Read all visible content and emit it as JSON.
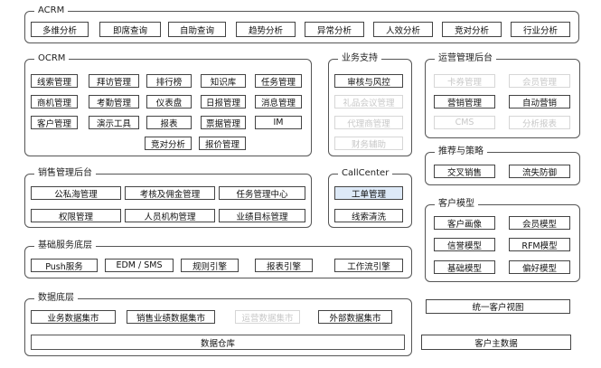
{
  "acrm": {
    "title": "ACRM",
    "items": [
      "多维分析",
      "即席查询",
      "自助查询",
      "趋势分析",
      "异常分析",
      "人效分析",
      "竞对分析",
      "行业分析"
    ]
  },
  "ocrm": {
    "title": "OCRM",
    "rows": [
      [
        "线索管理",
        "拜访管理",
        "排行榜",
        "知识库",
        "任务管理"
      ],
      [
        "商机管理",
        "考勤管理",
        "仪表盘",
        "日报管理",
        "消息管理"
      ],
      [
        "客户管理",
        "演示工具",
        "报表",
        "票据管理",
        "IM"
      ],
      [
        "竞对分析",
        "报价管理"
      ]
    ]
  },
  "business_support": {
    "title": "业务支持",
    "items": [
      "审核与风控",
      "礼品会议管理",
      "代理商管理",
      "财务辅助"
    ]
  },
  "ops_backend": {
    "title": "运营管理后台",
    "items": [
      "卡券管理",
      "会员管理",
      "营销管理",
      "自动营销",
      "CMS",
      "分析报表"
    ]
  },
  "recommend": {
    "title": "推荐与策略",
    "items": [
      "交叉销售",
      "流失防御"
    ]
  },
  "sales_backend": {
    "title": "销售管理后台",
    "items": [
      "公私海管理",
      "考核及佣金管理",
      "任务管理中心",
      "权限管理",
      "人员机构管理",
      "业绩目标管理"
    ]
  },
  "callcenter": {
    "title": "CallCenter",
    "items": [
      "工单管理",
      "线索清洗"
    ]
  },
  "customer_model": {
    "title": "客户模型",
    "items": [
      "客户画像",
      "会员模型",
      "信誉模型",
      "RFM模型",
      "基础模型",
      "偏好模型"
    ]
  },
  "base_services": {
    "title": "基础服务底层",
    "items": [
      "Push服务",
      "EDM / SMS",
      "规则引擎",
      "报表引擎",
      "工作流引擎"
    ]
  },
  "data_layer": {
    "title": "数据底层",
    "items": [
      "业务数据集市",
      "销售业绩数据集市",
      "运营数据集市",
      "外部数据集市"
    ],
    "warehouse": "数据仓库",
    "unified_view": "统一客户视图",
    "master_data": "客户主数据"
  },
  "colors": {
    "highlight": "#dde9f7",
    "dimmed_text": "#c8c8c8",
    "border": "#444444"
  }
}
